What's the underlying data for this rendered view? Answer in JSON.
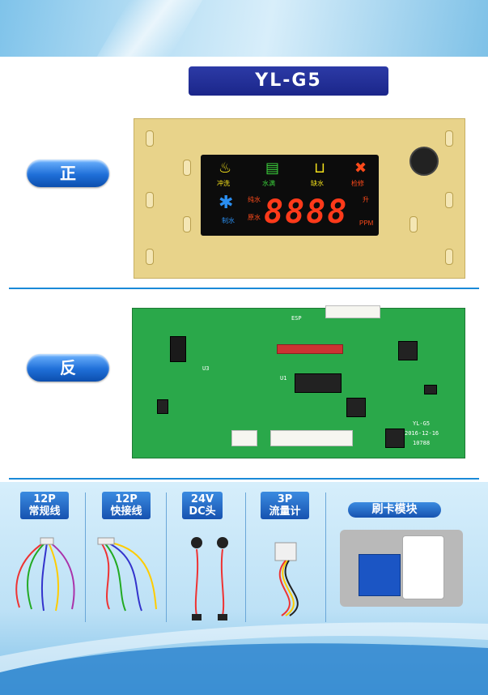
{
  "model": "YL-G5",
  "front_label": "正",
  "back_label": "反",
  "lcd": {
    "labels": [
      "冲洗",
      "水满",
      "缺水",
      "检修",
      "制水",
      "纯水",
      "原水"
    ],
    "digits": "8888",
    "unit_liter": "升",
    "unit_ppm": "PPM"
  },
  "board_back_silk": [
    "ESP",
    "U1",
    "U3",
    "YL-G5",
    "2016-12-16",
    "10788"
  ],
  "accessories": [
    {
      "title_line1": "12P",
      "title_line2": "常规线"
    },
    {
      "title_line1": "12P",
      "title_line2": "快接线"
    },
    {
      "title_line1": "24V",
      "title_line2": "DC头"
    },
    {
      "title_line1": "3P",
      "title_line2": "流量计"
    },
    {
      "title_line1": "刷卡模块",
      "title_line2": ""
    }
  ],
  "colors": {
    "brand_blue": "#1b268a",
    "button_blue": "#1f6fd8",
    "divider": "#1a8ad8",
    "board_green": "#2aa84a",
    "board_cream": "#e8d38a",
    "digit_red": "#ff3a1a"
  }
}
